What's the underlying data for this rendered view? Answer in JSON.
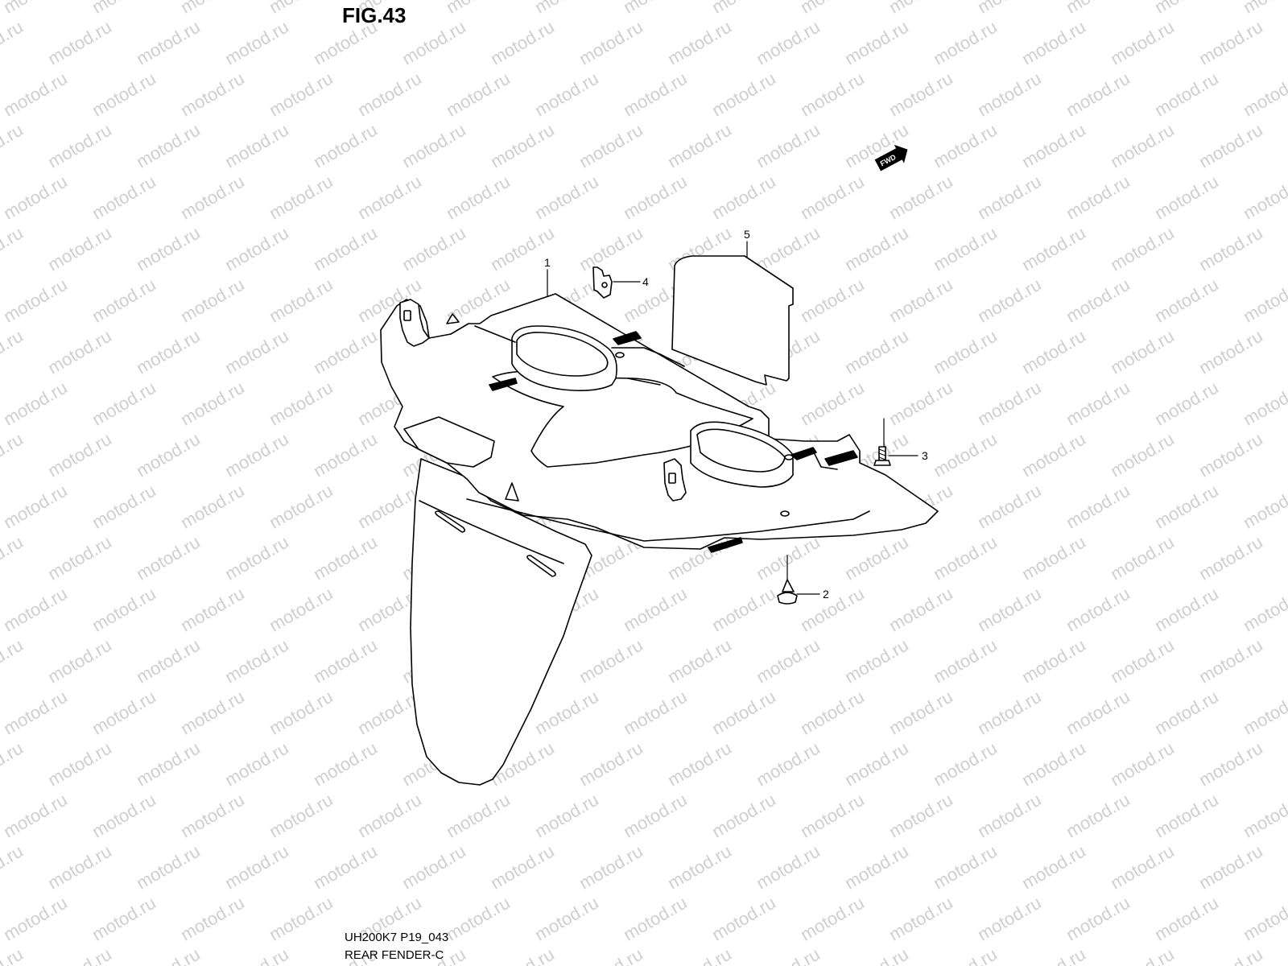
{
  "figure": {
    "title": "FIG.43",
    "code": "UH200K7 P19_043",
    "name": "REAR FENDER-C"
  },
  "watermark": {
    "text": "motod.ru",
    "color": "#cfcfcf"
  },
  "callouts": {
    "part_1": "1",
    "part_2": "2",
    "part_3": "3",
    "part_4": "4",
    "part_5": "5"
  },
  "fwd_badge": {
    "label": "FWD",
    "icon": "fwd-arrow-icon"
  },
  "colors": {
    "line": "#000000",
    "background": "#ffffff"
  }
}
